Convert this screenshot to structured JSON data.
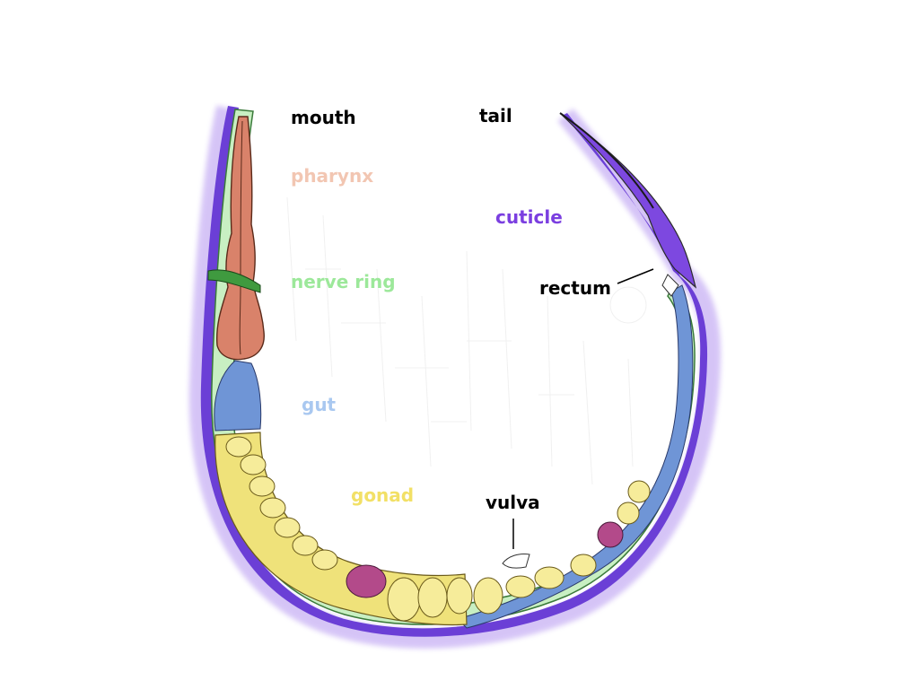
{
  "labels": {
    "mouth": "mouth",
    "tail": "tail",
    "pharynx": "pharynx",
    "cuticle": "cuticle",
    "nerve_ring": "nerve ring",
    "rectum": "rectum",
    "gut": "gut",
    "gonad": "gonad",
    "vulva": "vulva"
  },
  "colors": {
    "mouth": "#000000",
    "tail": "#000000",
    "pharynx": "#f2c6b2",
    "cuticle": "#7b3fe0",
    "nerve_ring": "#9ce89a",
    "rectum": "#000000",
    "gut": "#a9c8f0",
    "gonad": "#f2e066",
    "vulva": "#000000",
    "cuticle_fill": "#6b3fd6",
    "epidermis_fill": "#c8efc2",
    "gut_fill": "#6f95d6",
    "gonad_fill": "#efe27a",
    "pharynx_fill": "#d9826a",
    "germline_fill": "#b34a8a"
  }
}
